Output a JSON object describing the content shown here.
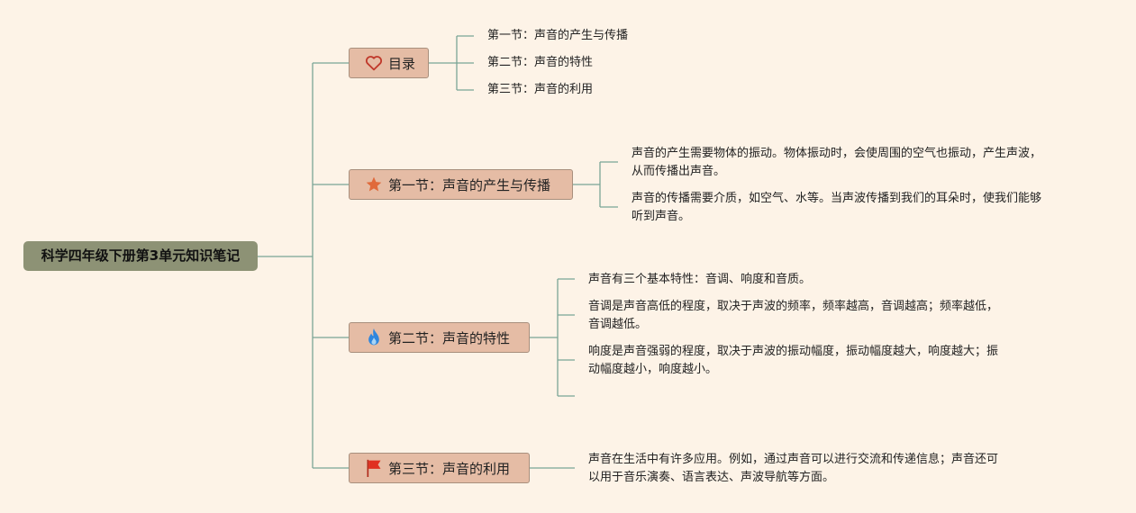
{
  "root": {
    "title": "科学四年级下册第3单元知识笔记"
  },
  "toc": {
    "label": "目录",
    "items": [
      "第一节：声音的产生与传播",
      "第二节：声音的特性",
      "第三节：声音的利用"
    ]
  },
  "section1": {
    "label": "第一节：声音的产生与传播",
    "notes": [
      {
        "line1": "声音的产生需要物体的振动。物体振动时，会使周围的空气也振动，产生声波，",
        "line2": "从而传播出声音。"
      },
      {
        "line1": "声音的传播需要介质，如空气、水等。当声波传播到我们的耳朵时，使我们能够",
        "line2": "听到声音。"
      }
    ]
  },
  "section2": {
    "label": "第二节：声音的特性",
    "notes": [
      {
        "line1": "声音有三个基本特性：音调、响度和音质。",
        "line2": ""
      },
      {
        "line1": "音调是声音高低的程度，取决于声波的频率，频率越高，音调越高；频率越低，",
        "line2": "音调越低。"
      },
      {
        "line1": "响度是声音强弱的程度，取决于声波的振动幅度，振动幅度越大，响度越大；振",
        "line2": "动幅度越小，响度越小。"
      }
    ]
  },
  "section3": {
    "label": "第三节：声音的利用",
    "notes": [
      {
        "line1": "声音在生活中有许多应用。例如，通过声音可以进行交流和传递信息；声音还可",
        "line2": "以用于音乐演奏、语言表达、声波导航等方面。"
      }
    ]
  },
  "icons": {
    "toc": "heart-outline-icon",
    "section1": "star-icon",
    "section2": "flame-icon",
    "section3": "flag-icon"
  },
  "colors": {
    "background": "#fdf3e7",
    "root_fill": "#8d9275",
    "branch_fill": "#e5bca5",
    "connector": "#6f9a8a",
    "heart": "#c0392b",
    "star": "#e06a3b",
    "flame": "#2e86de",
    "flag": "#e03020"
  }
}
